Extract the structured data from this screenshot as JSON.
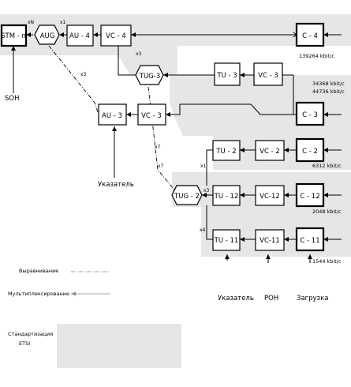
{
  "blocks": {
    "stm": "STM - n",
    "aug": "AUG",
    "au4": "AU - 4",
    "vc4_left": "VC - 4",
    "c4": "C - 4",
    "tug3": "TUG-3",
    "tu3": "TU - 3",
    "vc3_right": "VC - 3",
    "au3": "AU - 3",
    "vc3_left": "VC - 3",
    "c3": "C - 3",
    "tu2": "TU - 2",
    "vc2": "VC - 2",
    "c2": "C - 2",
    "tug2": "TUG - 2",
    "tu12": "TU - 12",
    "vc12": "VC-12",
    "c12": "C - 12",
    "tu11": "TU - 11",
    "vc11": "VC-11",
    "c11": "C - 11"
  },
  "multipliers": {
    "xN": "xN",
    "x1": "x1",
    "x3_tug3": "x3",
    "x3_au3": "x3",
    "x7a": "x7",
    "x7b": "x7",
    "x1_tu2": "x1",
    "x3_tu12": "x3",
    "x4_tu11": "x4"
  },
  "rates": {
    "r139": "139264 kbit/c",
    "r34": "34368 kbit/c",
    "r44": "44736 kbit/c",
    "r6": "6312 kbit/c",
    "r2": "2048 kbit/c",
    "r1": "1544 kbit/c"
  },
  "labels": {
    "soh": "SOH",
    "pointer_top": "Указатель",
    "pointer_bottom": "Указатель",
    "poh": "POH",
    "load": "Загрузка"
  },
  "legend": {
    "alignment": "Выравнивание",
    "multiplexing": "Мультиплексирование",
    "standard_line1": "Стандартизация",
    "standard_line2": "ETSI"
  },
  "colors": {
    "ets_shade": "#e6e6e6"
  }
}
